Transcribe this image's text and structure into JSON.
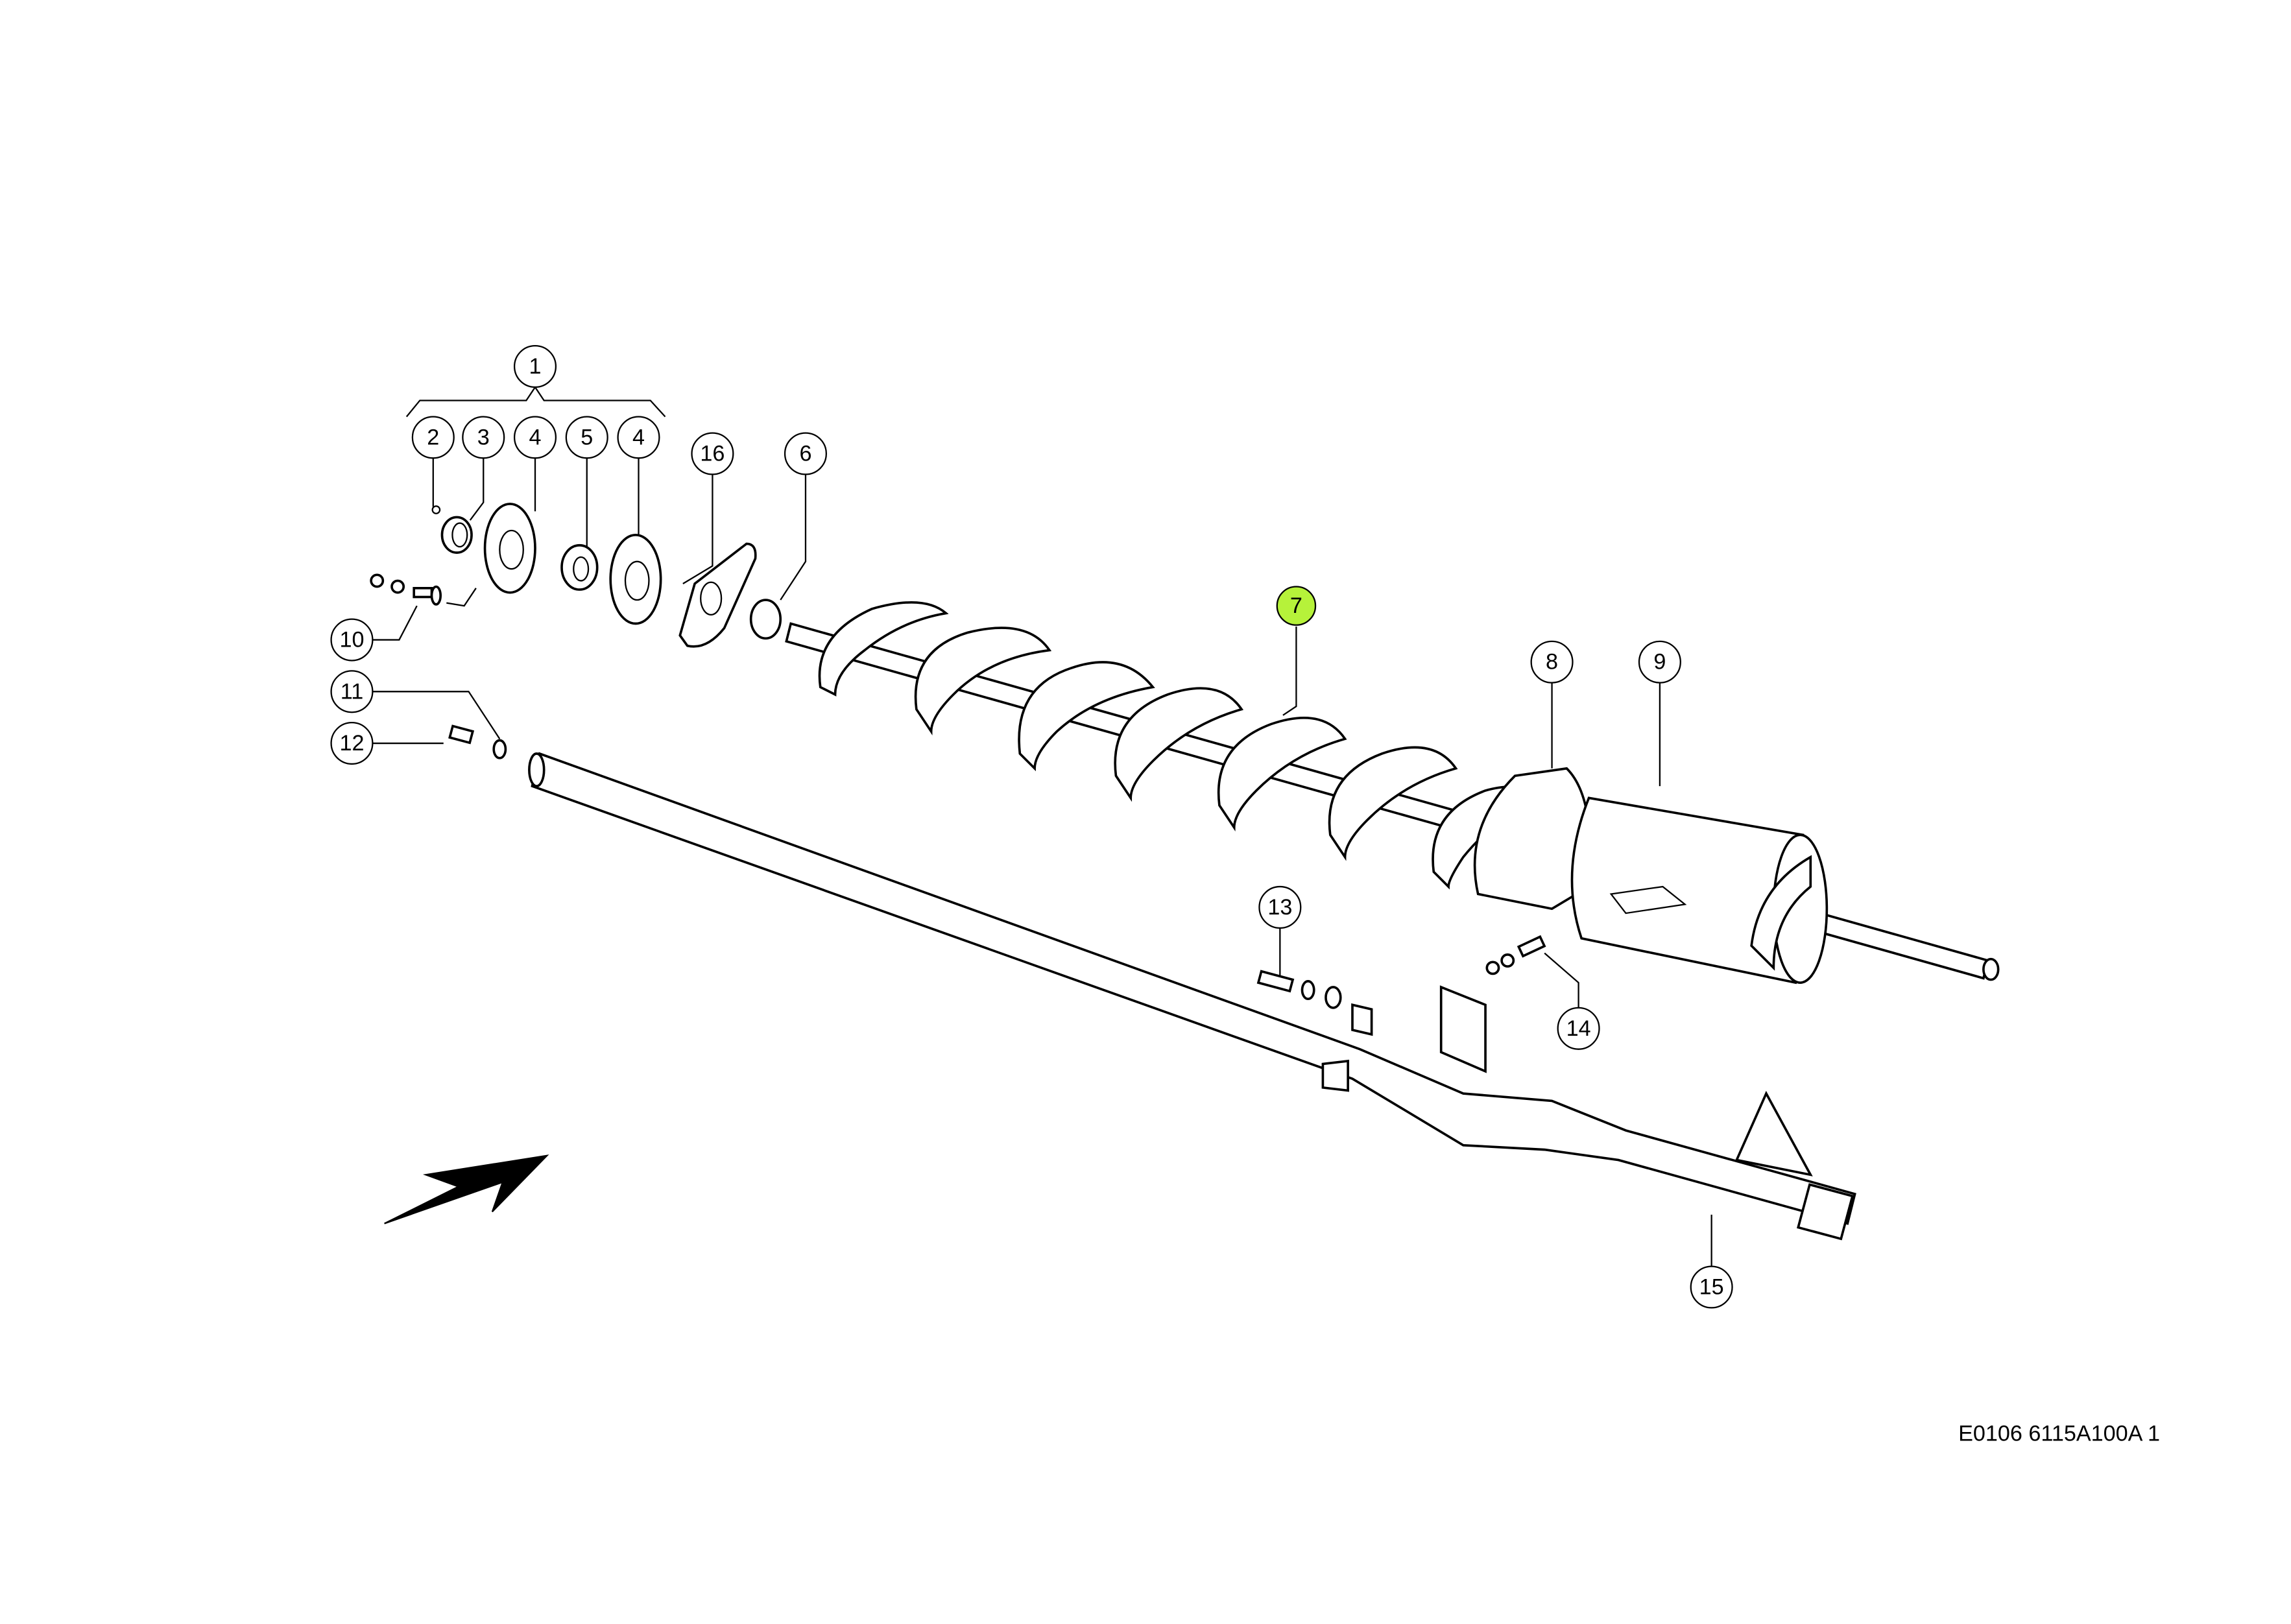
{
  "diagram": {
    "callouts": {
      "c1": "1",
      "c2": "2",
      "c3": "3",
      "c4a": "4",
      "c5": "5",
      "c4b": "4",
      "c16": "16",
      "c6": "6",
      "c10": "10",
      "c11": "11",
      "c12": "12",
      "c7": "7",
      "c8": "8",
      "c9": "9",
      "c13": "13",
      "c14": "14",
      "c15": "15"
    },
    "highlight_color": "#b6f23a",
    "drawing_code": "E0106 6115A100A 1"
  }
}
